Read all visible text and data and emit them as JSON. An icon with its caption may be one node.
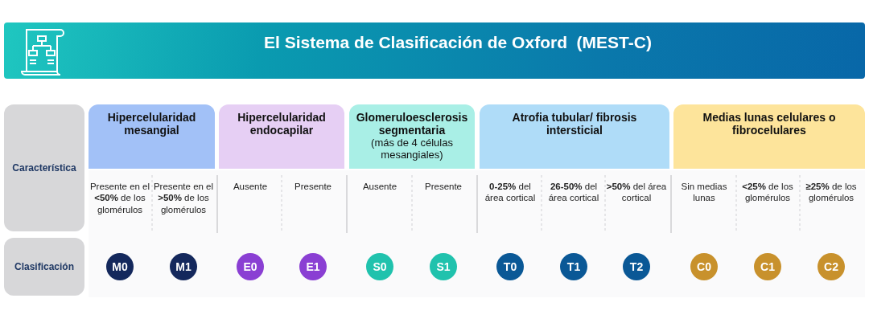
{
  "diagram": {
    "title": "El Sistema de Clasificación de Oxford  (MEST-C)",
    "nodes": [
      {
        "text": [
          "Característica"
        ]
      },
      {
        "text": [
          "Hipercelularidad mesangial"
        ]
      },
      {
        "text": [
          "Hipercelularidad endocapilar"
        ]
      },
      {
        "text": [
          "Glomeruloesclerosis segmentaria",
          "(más de 4 células mesangiales)"
        ]
      },
      {
        "text": [
          "Atrofia tubular/ fibrosis intersticial"
        ]
      },
      {
        "text": [
          "Medias lunas celulares o fibrocelulares"
        ]
      },
      {
        "text": [
          "Clasificación"
        ]
      },
      {
        "text": [
          "M0"
        ]
      },
      {
        "text": [
          "M1"
        ]
      },
      {
        "text": [
          "E0"
        ]
      },
      {
        "text": [
          "E1"
        ]
      },
      {
        "text": [
          "S0"
        ]
      },
      {
        "text": [
          "S1"
        ]
      },
      {
        "text": [
          "T0"
        ]
      },
      {
        "text": [
          "T1"
        ]
      },
      {
        "text": [
          "T2"
        ]
      },
      {
        "text": [
          "C0"
        ]
      },
      {
        "text": [
          "C1"
        ]
      },
      {
        "text": [
          "C2"
        ]
      }
    ],
    "labels": [
      "Presente en el **<50%** de los glomérulos",
      "Presente en el **>50%** de los glomérulos",
      "Ausente",
      "Presente",
      "Ausente",
      "Presente",
      "**0-25%** del área cortical",
      "**26-50%** del área cortical",
      "**>50%** del área cortical",
      "Sin medias lunas",
      "**<25%** de los glomérulos",
      "**≥25%** de los glomérulos"
    ]
  }
}
